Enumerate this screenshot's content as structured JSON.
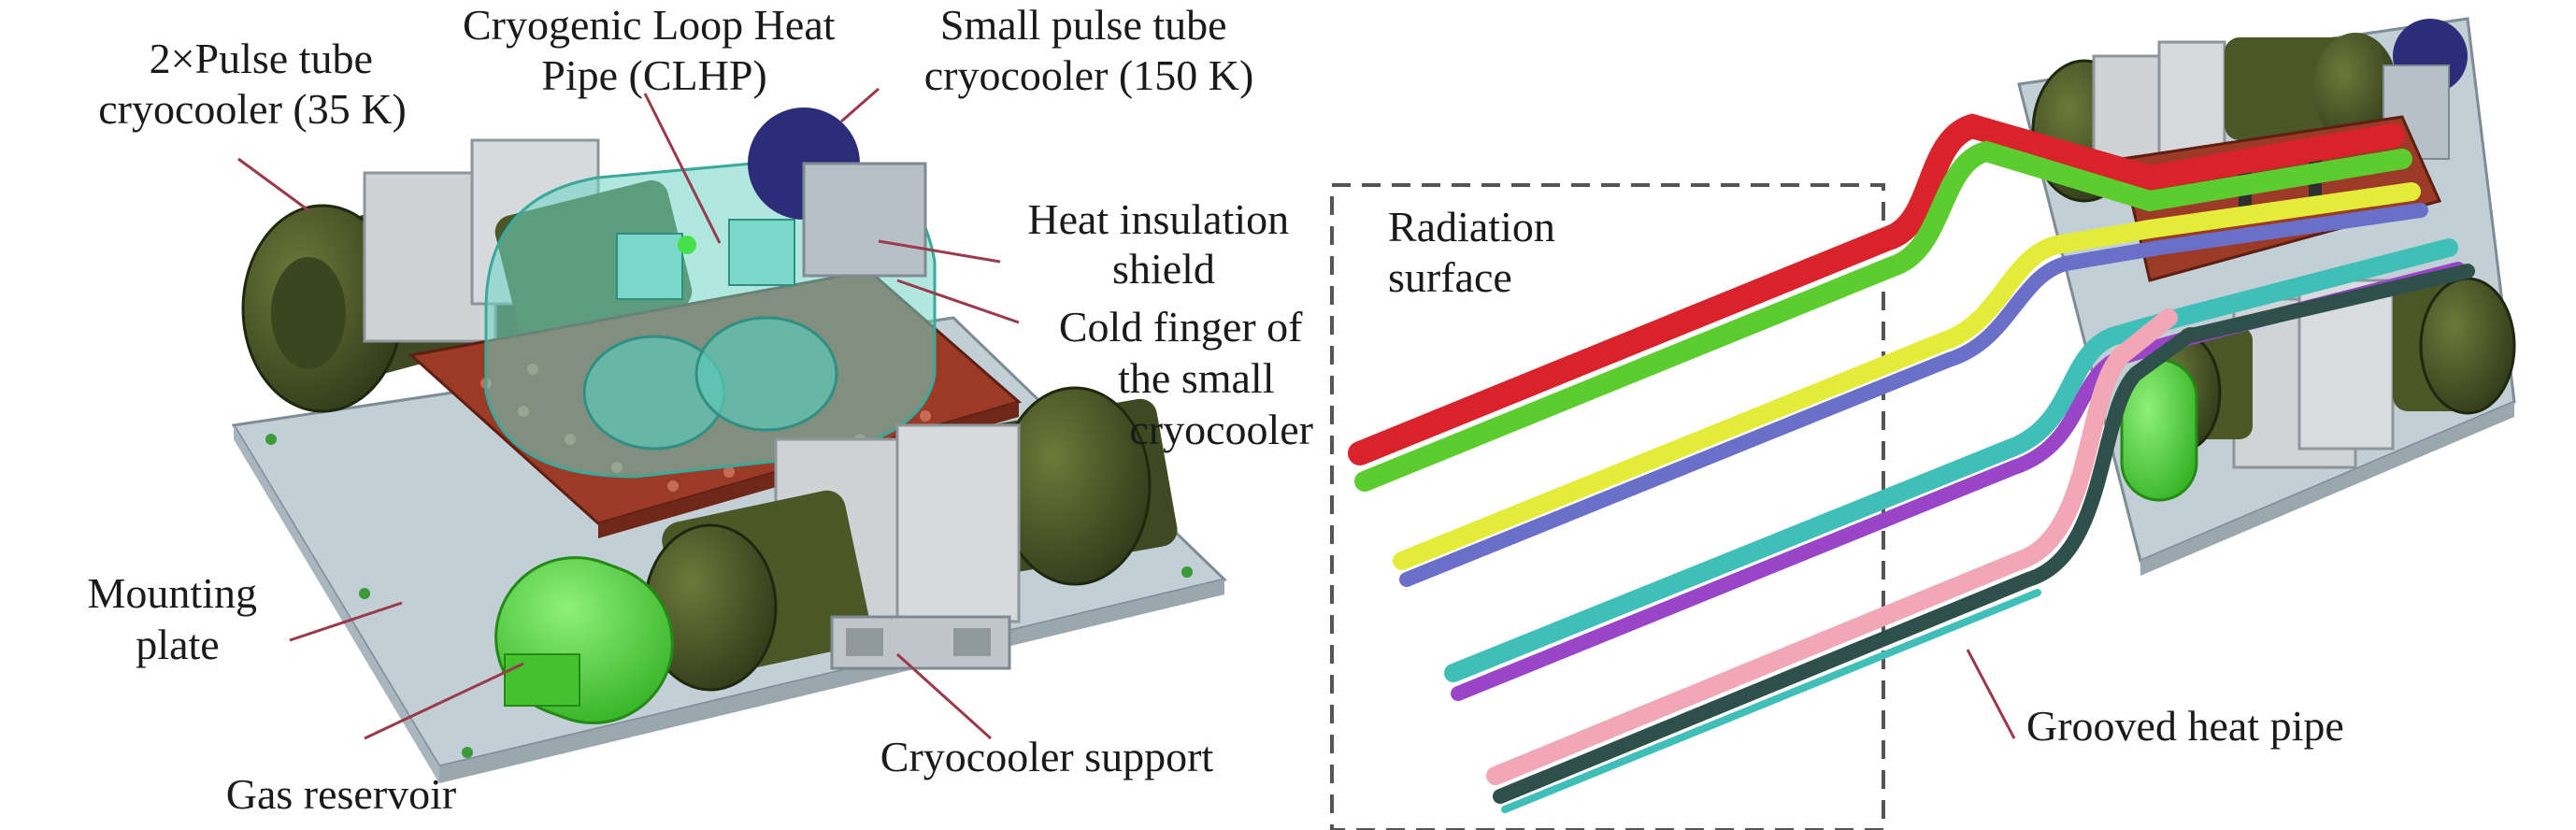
{
  "figure": {
    "labels": {
      "pulse_tube_35k": [
        "2×Pulse tube",
        "cryocooler (35 K)"
      ],
      "clhp": [
        "Cryogenic Loop Heat",
        "Pipe (CLHP)"
      ],
      "small_pulse_tube": [
        "Small pulse tube",
        "cryocooler (150 K)"
      ],
      "heat_insulation": [
        "Heat insulation",
        "shield"
      ],
      "cold_finger": [
        "Cold finger of",
        "the small",
        "cryocooler"
      ],
      "mounting_plate": [
        "Mounting",
        "plate"
      ],
      "gas_reservoir": [
        "Gas reservoir"
      ],
      "cryocooler_support": [
        "Cryocooler support"
      ],
      "radiation_surface": [
        "Radiation",
        "surface"
      ],
      "grooved_heat_pipe": [
        "Grooved heat pipe"
      ]
    },
    "colors": {
      "plate": "#c3cfd6",
      "copper_plate": "#9b3a26",
      "cryocooler_drum": "#4a5528",
      "support_block": "#d3d7da",
      "shield": "#6fd6c6",
      "gas_reservoir": "#52d33b",
      "pipe_red": "#d9222a",
      "pipe_green": "#5ccc2e",
      "pipe_yellow": "#e3ec38",
      "pipe_blue": "#6a6fc8",
      "pipe_cyan": "#3fbfb8",
      "pipe_purple": "#9a45c7",
      "pipe_pink": "#f2a7b7",
      "pipe_dark": "#2f4f4a"
    }
  }
}
